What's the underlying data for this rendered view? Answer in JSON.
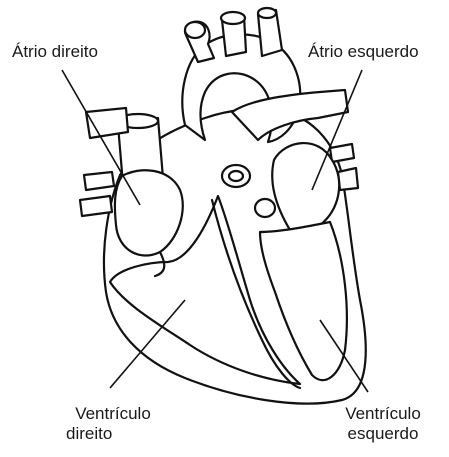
{
  "labels": {
    "right_atrium": "Átrio direito",
    "left_atrium": "Átrio esquerdo",
    "right_ventricle_line1": "Ventrículo",
    "right_ventricle_line2": "direito",
    "left_ventricle_line1": "Ventrículo",
    "left_ventricle_line2": "esquerdo"
  }
}
